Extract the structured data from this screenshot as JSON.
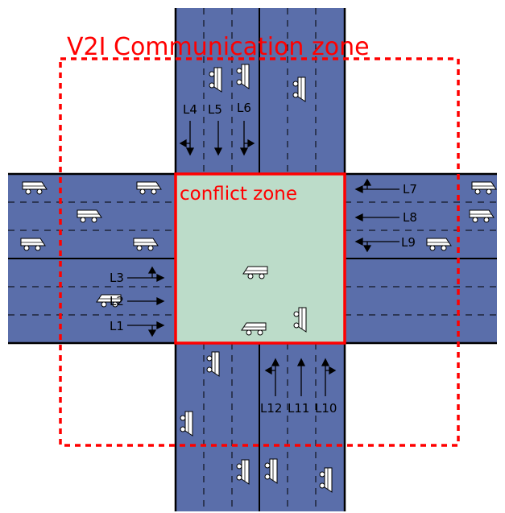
{
  "diagram": {
    "comm_zone_label": "V2I Communication zone",
    "conflict_zone_label": "conflict zone",
    "lanes": {
      "L1": "L1",
      "L2": "L2",
      "L3": "L3",
      "L4": "L4",
      "L5": "L5",
      "L6": "L6",
      "L7": "L7",
      "L8": "L8",
      "L9": "L9",
      "L10": "L10",
      "L11": "L11",
      "L12": "L12"
    }
  },
  "colors": {
    "road": "#5a6eaa",
    "conflict_fill": "#bcdcc9",
    "zone_border": "#ff0000"
  }
}
